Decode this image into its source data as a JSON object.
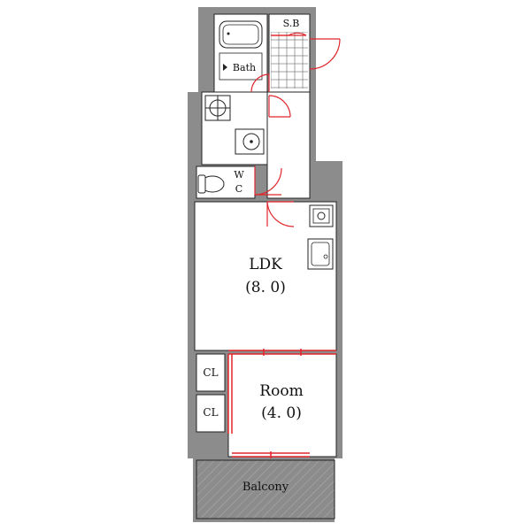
{
  "rooms": {
    "storage_bath": "S.B",
    "bath": "Bath",
    "wc_top": "W",
    "wc_bottom": "C",
    "ldk_name": "LDK",
    "ldk_size": "(8. 0)",
    "room_name": "Room",
    "room_size": "(4. 0)",
    "closet_1": "CL",
    "closet_2": "CL",
    "balcony": "Balcony"
  },
  "colors": {
    "wall": "#8c8c8c",
    "door": "#e0262b",
    "line": "#222222"
  }
}
